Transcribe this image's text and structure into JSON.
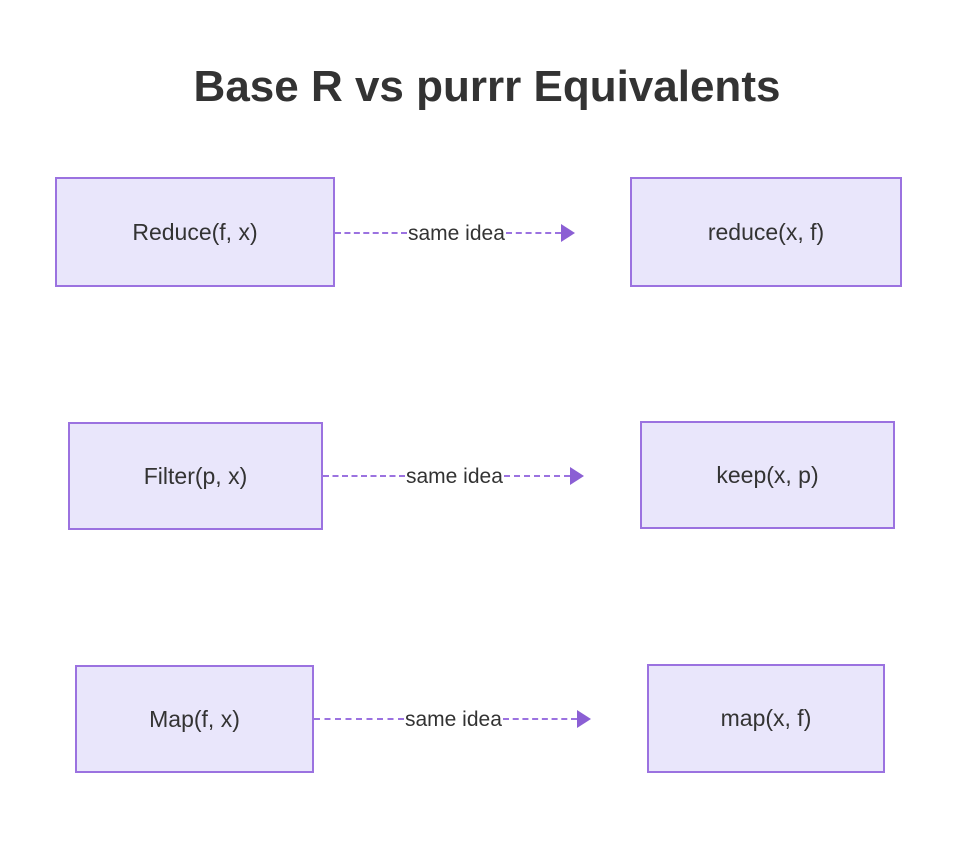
{
  "diagram": {
    "title": "Base R vs purrr Equivalents",
    "background_color": "#ffffff",
    "title_color": "#333333",
    "node_fill_color": "#E9E6FB",
    "node_border_color": "#9B72E0",
    "connector_color": "#8B5FD4",
    "rows": [
      {
        "source": "Reduce(f, x)",
        "connector_label": "same idea",
        "target": "reduce(x, f)"
      },
      {
        "source": "Filter(p, x)",
        "connector_label": "same idea",
        "target": "keep(x, p)"
      },
      {
        "source": "Map(f, x)",
        "connector_label": "same idea",
        "target": "map(x, f)"
      }
    ]
  }
}
